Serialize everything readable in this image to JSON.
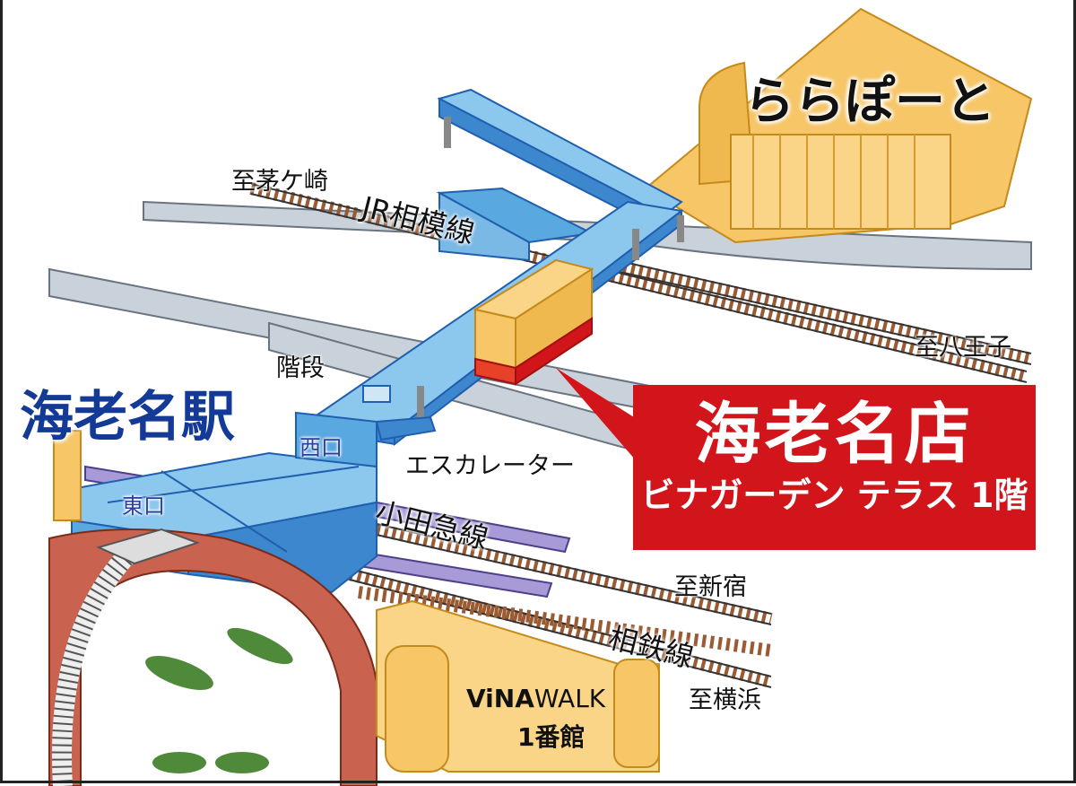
{
  "map": {
    "station_name": "海老名駅",
    "landmarks": {
      "lalaport": "ららぽーと",
      "vinawalk_brand_bold": "ViNA",
      "vinawalk_brand": "WALK",
      "vinawalk_building": "1番館"
    },
    "rail_lines": {
      "jr_sagami": "JR相模線",
      "odakyu": "小田急線",
      "sotetsu": "相鉄線"
    },
    "directions": {
      "chigasaki": "至茅ケ崎",
      "hachioji": "至八王子",
      "shinjuku": "至新宿",
      "yokohama": "至横浜"
    },
    "facilities": {
      "stairs": "階段",
      "escalator": "エスカレーター",
      "west_exit": "西口",
      "east_exit": "東口"
    },
    "store_callout": {
      "name": "海老名店",
      "location": "ビナガーデン テラス 1階"
    },
    "colors": {
      "station_blue": "#5aa8e0",
      "building_yellow": "#f6c667",
      "callout_red": "#d2151b",
      "road_gray": "#c9d2da",
      "track_brown": "#9a5a32",
      "odakyu_purple": "#a89ad6",
      "ground_red": "#c9624e"
    }
  }
}
